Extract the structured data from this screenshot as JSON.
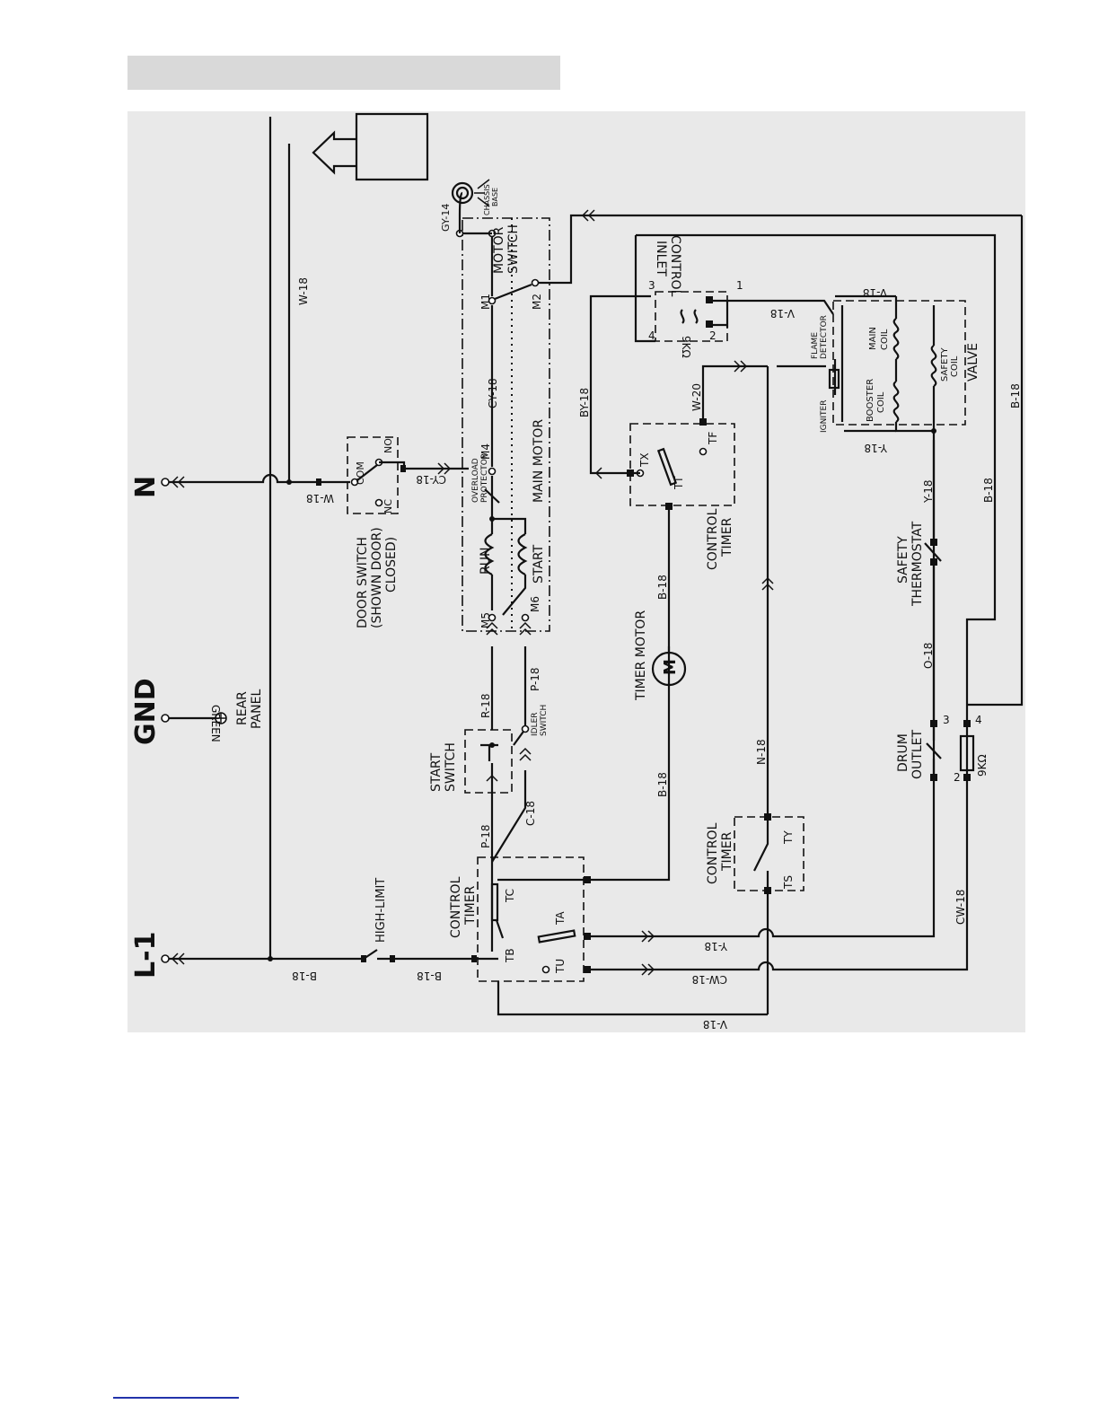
{
  "page": {
    "background": "#ffffff",
    "panel_color": "#e9e9e9",
    "header_bar_color": "#d9d9d9",
    "link_color": "#2233aa"
  },
  "lines": {
    "l1": "L-1",
    "gnd": "GND",
    "n": "N"
  },
  "labels": {
    "green": "GREEN",
    "rear_panel": [
      "REAR",
      "PANEL"
    ],
    "high_limit": "HIGH-LIMIT",
    "door_switch": [
      "DOOR SWITCH",
      "(SHOWN DOOR)",
      "CLOSED)"
    ],
    "com": "COM",
    "no": "NO",
    "nc": "NC",
    "overload_protector": [
      "OVERLOAD",
      "PROTECTOR"
    ],
    "run": "RUN",
    "start": "START",
    "main_motor": "MAIN MOTOR",
    "motor_switch": [
      "MOTOR",
      "SWITCH"
    ],
    "chassis_base": [
      "CHASSIS",
      "BASE"
    ],
    "m1": "M1",
    "m2": "M2",
    "m4": "M4",
    "m5": "M5",
    "m6": "M6",
    "start_switch": [
      "START",
      "SWITCH"
    ],
    "idler_switch": [
      "IDLER",
      "SWITCH"
    ],
    "control_timer": [
      "CONTROL",
      "TIMER"
    ],
    "timer_motor": "TIMER MOTOR",
    "control_inlet": [
      "CONTROL",
      "INLET"
    ],
    "flame_detector": [
      "FLAME",
      "DETECTOR"
    ],
    "igniter": "IGNITER",
    "booster_coil": [
      "BOOSTER",
      "COIL"
    ],
    "main_coil": [
      "MAIN",
      "COIL"
    ],
    "safety_coil": [
      "SAFETY",
      "COIL"
    ],
    "valve": "VALVE",
    "safety_thermostat": [
      "SAFETY",
      "THERMOSTAT"
    ],
    "drum_outlet": [
      "DRUM",
      "OUTLET"
    ],
    "nine_k": "9KΩ",
    "motor_symbol": "M",
    "terminals": {
      "tx": "TX",
      "tf": "TF",
      "tt": "TT",
      "tc": "TC",
      "tb": "TB",
      "ta": "TA",
      "tu": "TU",
      "ts": "TS",
      "ty": "TY"
    },
    "pins": {
      "p1": "1",
      "p2": "2",
      "p3": "3",
      "p4": "4"
    }
  },
  "wires": {
    "w18": "W-18",
    "b18": "B-18",
    "cy18": "CY-18",
    "gy14": "GY-14",
    "by18": "BY-18",
    "w20": "W-20",
    "v18": "V-18",
    "y18": "Y-18",
    "o18": "O-18",
    "cw18": "CW-18",
    "n18": "N-18",
    "r18": "R-18",
    "p18": "P-18",
    "c18": "C-18"
  }
}
